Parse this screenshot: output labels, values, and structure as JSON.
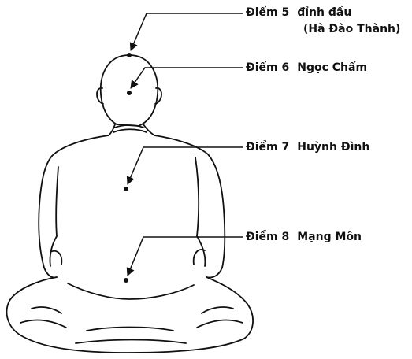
{
  "points": [
    {
      "number": "Điểm 5",
      "name": "đỉnh đầu",
      "sub": "(Hà Đào Thành)"
    },
    {
      "number": "Điểm 6",
      "name": "Ngọc Chẩm"
    },
    {
      "number": "Điểm 7",
      "name": "Huỳnh Đình"
    },
    {
      "number": "Điểm 8",
      "name": "Mạng Môn"
    }
  ],
  "colors": {
    "ink": "#111111",
    "background": "#ffffff"
  }
}
